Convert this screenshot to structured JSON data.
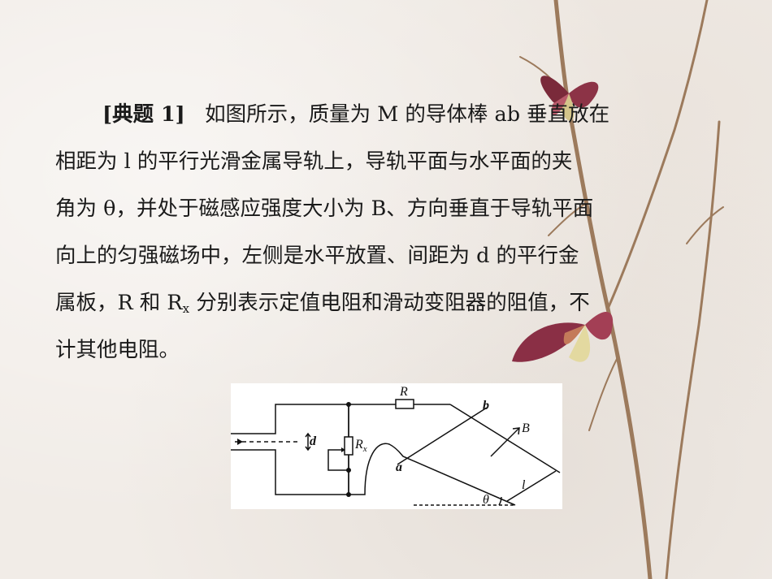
{
  "problem": {
    "tag": "[典题 1]",
    "lines": [
      "如图所示，质量为 M 的导体棒 ab 垂直放在",
      "相距为 l 的平行光滑金属导轨上，导轨平面与水平面的夹",
      "角为 θ，并处于磁感应强度大小为 B、方向垂直于导轨平面",
      "向上的匀强磁场中，左侧是水平放置、间距为 d 的平行金",
      "属板，R 和 R",
      "计其他电阻。"
    ],
    "line5_sub": "x",
    "line5_rest": " 分别表示定值电阻和滑动变阻器的阻值，不"
  },
  "diagram": {
    "label_R": "R",
    "label_Rx_main": "R",
    "label_Rx_sub": "x",
    "label_d": "d",
    "label_a": "a",
    "label_b": "b",
    "label_B": "B",
    "label_l": "l",
    "label_theta": "θ"
  }
}
